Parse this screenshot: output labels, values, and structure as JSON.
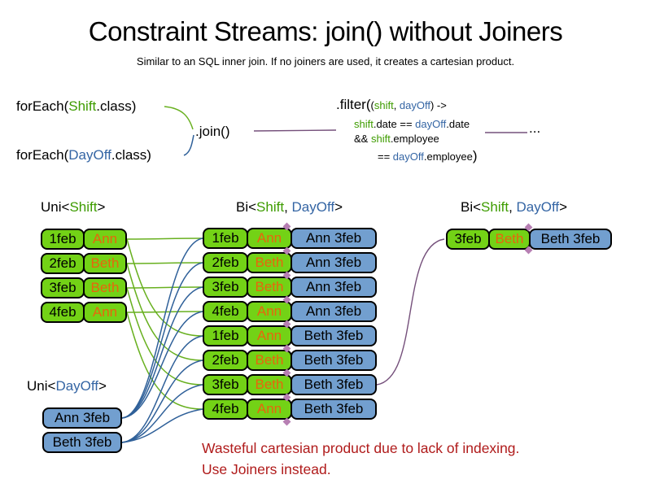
{
  "title": "Constraint Streams: join() without Joiners",
  "subtitle": "Similar to an SQL inner join. If no joiners are used, it creates a cartesian product.",
  "colors": {
    "green_fill": "#73d216",
    "blue_fill": "#729fcf",
    "green_text": "#3e9c00",
    "blue_text": "#3465a4",
    "orange_text": "#e8650d",
    "red_text": "#b01b1b",
    "green_line": "#68b01f",
    "blue_line": "#2f6099",
    "purple_line": "#75507b",
    "diamond": "#b77fb3"
  },
  "code": {
    "foreach_shift_pre": "forEach(",
    "foreach_shift_class": "Shift",
    "foreach_shift_post": ".class)",
    "foreach_dayoff_pre": "forEach(",
    "foreach_dayoff_class": "DayOff",
    "foreach_dayoff_post": ".class)",
    "join_label": ".join()",
    "ellipsis": "...",
    "filter": {
      "head": ".filter(",
      "lparen": "(",
      "param_shift": "shift",
      "param_sep": ", ",
      "param_dayoff": "dayOff",
      "arrow": ") ->",
      "l2_shift": "shift",
      "l2_mid": ".date == ",
      "l2_dayoff": "dayOff",
      "l2_end": ".date",
      "l3_and": "&& ",
      "l3_shift": "shift",
      "l3_end": ".employee",
      "l4_eq": "== ",
      "l4_dayoff": "dayOff",
      "l4_mid": ".employee",
      "l4_close": ")"
    }
  },
  "labels": {
    "uni_shift": {
      "pre": "Uni<",
      "green": "Shift",
      "post": ">"
    },
    "bi_mid": {
      "pre": "Bi<",
      "green": "Shift",
      "sep": ", ",
      "blue": "DayOff",
      "post": ">"
    },
    "bi_right": {
      "pre": "Bi<",
      "green": "Shift",
      "sep": ", ",
      "blue": "DayOff",
      "post": ">"
    },
    "uni_dayoff": {
      "pre": "Uni<",
      "blue": "DayOff",
      "post": ">"
    }
  },
  "uni_shift_rows": [
    {
      "date": "1feb",
      "name": "Ann"
    },
    {
      "date": "2feb",
      "name": "Beth"
    },
    {
      "date": "3feb",
      "name": "Beth"
    },
    {
      "date": "4feb",
      "name": "Ann"
    }
  ],
  "uni_dayoff_rows": [
    "Ann 3feb",
    "Beth 3feb"
  ],
  "bi_rows": [
    {
      "date": "1feb",
      "name": "Ann",
      "dayoff": "Ann 3feb"
    },
    {
      "date": "2feb",
      "name": "Beth",
      "dayoff": "Ann 3feb"
    },
    {
      "date": "3feb",
      "name": "Beth",
      "dayoff": "Ann 3feb"
    },
    {
      "date": "4feb",
      "name": "Ann",
      "dayoff": "Ann 3feb"
    },
    {
      "date": "1feb",
      "name": "Ann",
      "dayoff": "Beth 3feb"
    },
    {
      "date": "2feb",
      "name": "Beth",
      "dayoff": "Beth 3feb"
    },
    {
      "date": "3feb",
      "name": "Beth",
      "dayoff": "Beth 3feb"
    },
    {
      "date": "4feb",
      "name": "Ann",
      "dayoff": "Beth 3feb"
    }
  ],
  "bi_right_rows": [
    {
      "date": "3feb",
      "name": "Beth",
      "dayoff": "Beth 3feb"
    }
  ],
  "note_line1": "Wasteful cartesian product due to lack of indexing.",
  "note_line2": "Use Joiners instead.",
  "connections": {
    "shift_to_bi": [
      [
        0,
        0
      ],
      [
        0,
        4
      ],
      [
        1,
        1
      ],
      [
        1,
        5
      ],
      [
        2,
        2
      ],
      [
        2,
        6
      ],
      [
        3,
        3
      ],
      [
        3,
        7
      ]
    ],
    "dayoff_to_bi": [
      [
        0,
        0
      ],
      [
        0,
        1
      ],
      [
        0,
        2
      ],
      [
        0,
        3
      ],
      [
        1,
        4
      ],
      [
        1,
        5
      ],
      [
        1,
        6
      ],
      [
        1,
        7
      ]
    ],
    "bi_to_result": [
      [
        6,
        0
      ]
    ]
  }
}
